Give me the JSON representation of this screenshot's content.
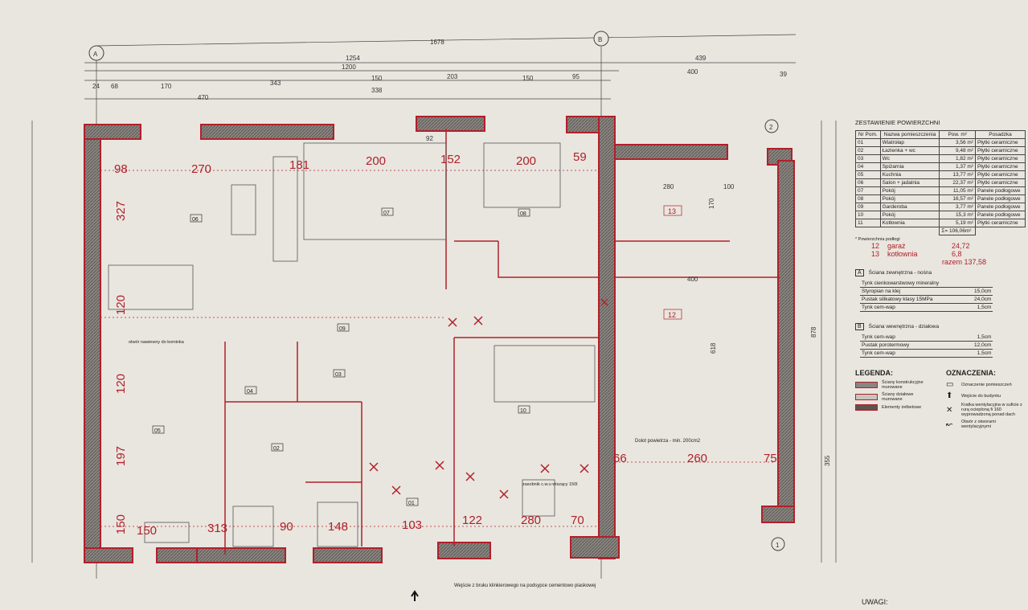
{
  "dimensions": {
    "total_top": "1678",
    "upper": [
      "1254",
      "1200",
      "439",
      "400",
      "39"
    ],
    "row3": [
      "24",
      "68",
      "170",
      "343",
      "150",
      "203",
      "150",
      "95"
    ],
    "row4": [
      "470",
      "338",
      "92"
    ],
    "left": [
      "327",
      "120",
      "120",
      "197",
      "150"
    ],
    "interior_top": [
      "98",
      "270",
      "181",
      "200",
      "152",
      "200",
      "59"
    ],
    "interior_bottom": [
      "150",
      "313",
      "90",
      "148",
      "103",
      "122",
      "280",
      "70"
    ],
    "garage": [
      "280",
      "170",
      "100",
      "400",
      "260",
      "75",
      "66",
      "618",
      "878",
      "355"
    ]
  },
  "axes": {
    "a": "A",
    "b": "B",
    "one": "1",
    "two": "2"
  },
  "rooms": [
    {
      "num": "06"
    },
    {
      "num": "07"
    },
    {
      "num": "08"
    },
    {
      "num": "09"
    },
    {
      "num": "05"
    },
    {
      "num": "04"
    },
    {
      "num": "03"
    },
    {
      "num": "02"
    },
    {
      "num": "01"
    },
    {
      "num": "10"
    },
    {
      "num": "13"
    },
    {
      "num": "12"
    }
  ],
  "notes": {
    "boiler": "zasobnik c.w.u wiszący 150l",
    "air": "Dolot powietrza - min. 200cm2",
    "entrance": "Wejście z bruku klinkierowego na podsypce cementowo piaskowej",
    "ventilation": "otwór nawiewny do kominka",
    "uwagi": "UWAGI:"
  },
  "summary": {
    "title": "ZESTAWIENIE POWIERZCHNI",
    "headers": [
      "Nr Pom.",
      "Nazwa pomieszczenia",
      "Pow. m²",
      "Posadzka"
    ],
    "rows": [
      [
        "01",
        "Wiatrołap",
        "3,56 m²",
        "Płytki ceramiczne"
      ],
      [
        "02",
        "Łazienka + wc",
        "9,48 m²",
        "Płytki ceramiczne"
      ],
      [
        "03",
        "Wc",
        "1,82 m²",
        "Płytki ceramiczne"
      ],
      [
        "04",
        "Spiżarnia",
        "1,37 m²",
        "Płytki ceramiczne"
      ],
      [
        "05",
        "Kuchnia",
        "13,77 m²",
        "Płytki ceramiczne"
      ],
      [
        "06",
        "Salon + jadalnia",
        "22,37 m²",
        "Płytki ceramiczne"
      ],
      [
        "07",
        "Pokój",
        "11,05 m²",
        "Panele podłogowe"
      ],
      [
        "08",
        "Pokój",
        "16,57 m²",
        "Panele podłogowe"
      ],
      [
        "09",
        "Garderoba",
        "3,77 m²",
        "Panele podłogowe"
      ],
      [
        "10",
        "Pokój",
        "15,3 m²",
        "Panele podłogowe"
      ],
      [
        "11",
        "Kotłownia",
        "5,19 m²",
        "Płytki ceramiczne"
      ]
    ],
    "total": "Σ= 106,06m²",
    "footnote": "* Powierzchnia podłogi",
    "extra": [
      [
        "12",
        "garaż",
        "24,72"
      ],
      [
        "13",
        "kotłownia",
        "6,8"
      ]
    ],
    "razem": "razem 137,58"
  },
  "walls": {
    "a_title": "Ściana zewnętrzna - nośna",
    "a_rows": [
      [
        "Tynk cienkowarstwowy mineralny",
        ""
      ],
      [
        "Styropian na klej",
        "15,0cm"
      ],
      [
        "Pustak silikatowy klasy 15MPa",
        "24,0cm"
      ],
      [
        "Tynk cem-wap",
        "1,5cm"
      ]
    ],
    "b_title": "Ściana wewnętrzna - działowa",
    "b_rows": [
      [
        "Tynk cem-wap",
        "1,5cm"
      ],
      [
        "Pustak porotermowy",
        "12,0cm"
      ],
      [
        "Tynk cem-wap",
        "1,5cm"
      ]
    ]
  },
  "legend": {
    "title": "LEGENDA:",
    "items": [
      "Ściany konstrukcyjne murowane",
      "Ściany działowe murowane",
      "Elementy żelbetowe"
    ],
    "colors": [
      "#8a8580",
      "#c9c4bc",
      "#5a5550"
    ]
  },
  "markings": {
    "title": "OZNACZENIA:",
    "items": [
      "Oznaczenie pomieszczeń",
      "Wejście do budynku",
      "Kratka wentylacyjna w suficie z rurą ocieploną fi 160 wyprowadzoną ponad dach",
      "Otwór z otworami wentylacyjnymi"
    ]
  },
  "colors": {
    "accent": "#b0202a",
    "paper": "#e9e6df"
  }
}
